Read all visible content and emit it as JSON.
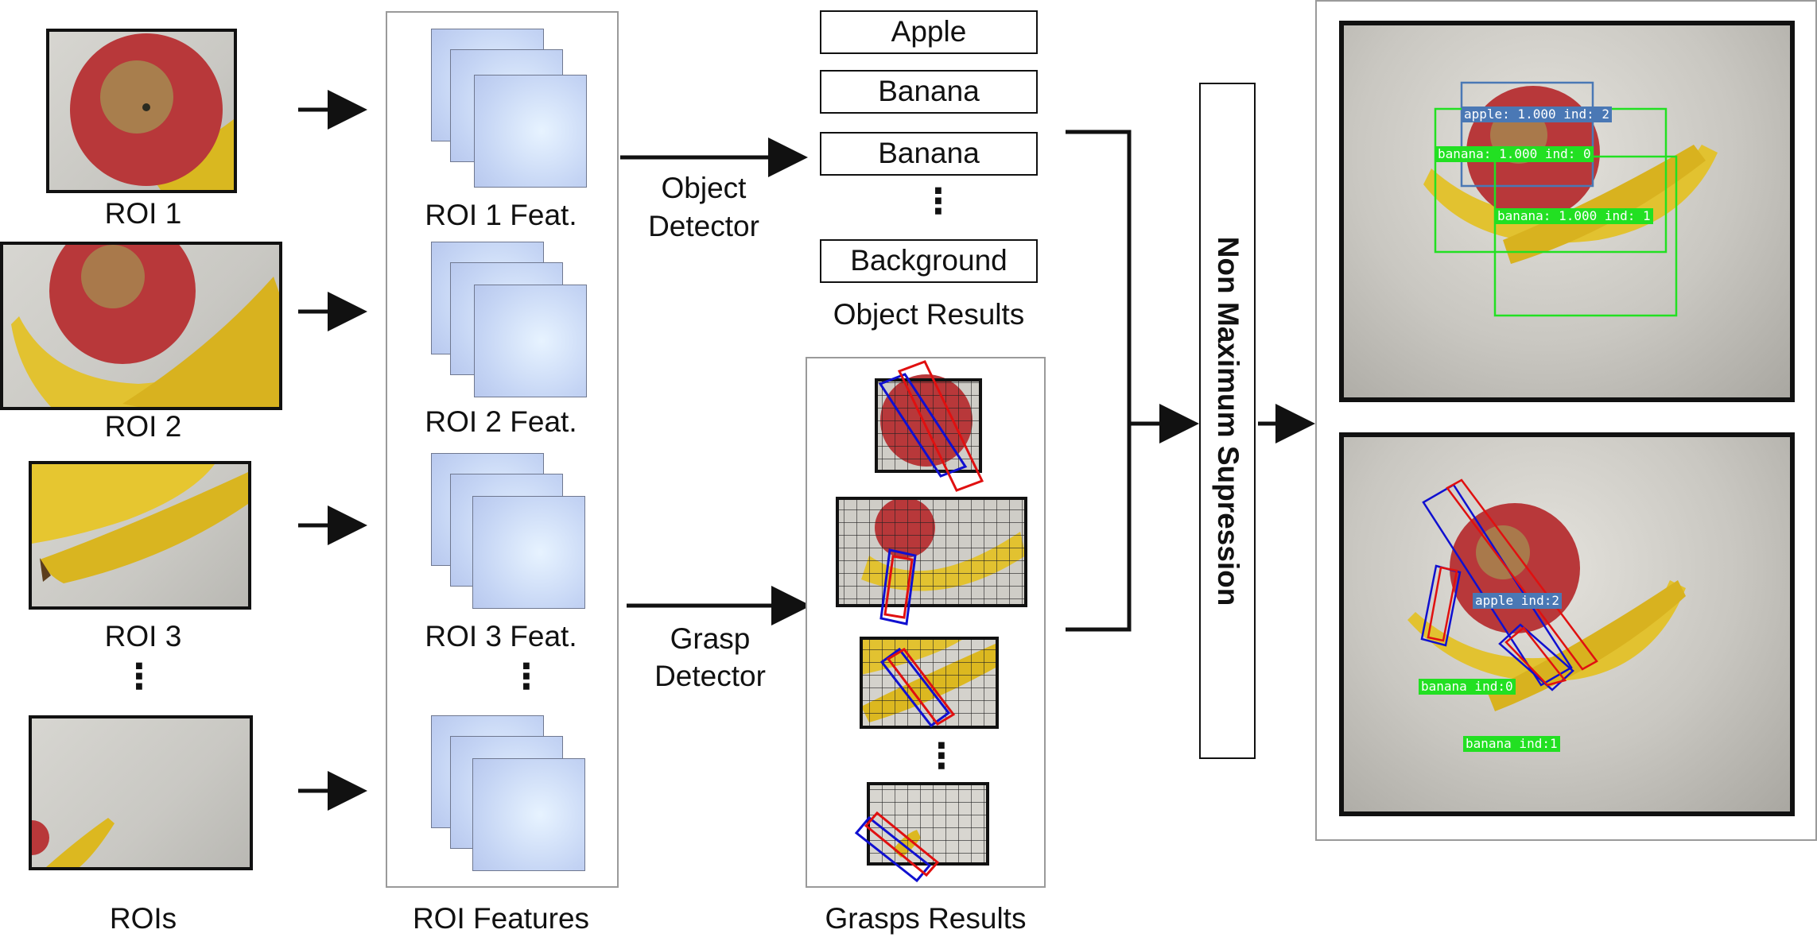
{
  "rois": {
    "items": [
      {
        "label": "ROI 1"
      },
      {
        "label": "ROI 2"
      },
      {
        "label": "ROI 3"
      }
    ],
    "caption": "ROIs"
  },
  "features": {
    "items": [
      {
        "label": "ROI 1 Feat."
      },
      {
        "label": "ROI 2 Feat."
      },
      {
        "label": "ROI 3 Feat."
      }
    ],
    "caption": "ROI Features"
  },
  "object_detector": {
    "line1": "Object",
    "line2": "Detector"
  },
  "grasp_detector": {
    "line1": "Grasp",
    "line2": "Detector"
  },
  "object_results": {
    "boxes": [
      "Apple",
      "Banana",
      "Banana",
      "Background"
    ],
    "caption": "Object Results"
  },
  "grasp_results": {
    "caption": "Grasps Results"
  },
  "nms": {
    "label": "Non Maximum Supression"
  },
  "output": {
    "top_tags": [
      "apple: 1.000 ind: 2",
      "banana: 1.000 ind: 0",
      "banana: 1.000 ind: 1"
    ],
    "bottom_tags": [
      "apple ind:2",
      "banana ind:0",
      "banana ind:1"
    ]
  },
  "colors": {
    "apple_tag": "#4a78b5",
    "banana_tag": "#22e022",
    "grasp_red": "#e01010",
    "grasp_blue": "#1010d0",
    "feature_fill": "#c4d4f4"
  }
}
